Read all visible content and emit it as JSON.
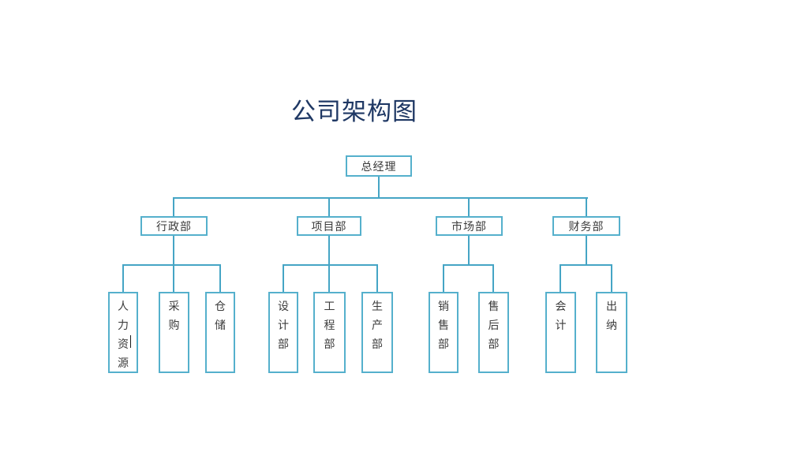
{
  "title": "公司架构图",
  "colors": {
    "title_color": "#1f3864",
    "box_border": "#55b0cc",
    "connector": "#45a5c5",
    "box_text": "#3b3b3b",
    "canvas_bg": "#ffffff",
    "caret_color": "#1a1a1a"
  },
  "org": {
    "root": {
      "label": "总经理"
    },
    "departments": [
      {
        "label": "行政部",
        "children": [
          {
            "label": "人力资源",
            "has_text_cursor": true
          },
          {
            "label": "采购"
          },
          {
            "label": "仓储"
          }
        ]
      },
      {
        "label": "项目部",
        "children": [
          {
            "label": "设计部"
          },
          {
            "label": "工程部"
          },
          {
            "label": "生产部"
          }
        ]
      },
      {
        "label": "市场部",
        "children": [
          {
            "label": "销售部"
          },
          {
            "label": "售后部"
          }
        ]
      },
      {
        "label": "财务部",
        "children": [
          {
            "label": "会计"
          },
          {
            "label": "出纳"
          }
        ]
      }
    ]
  }
}
